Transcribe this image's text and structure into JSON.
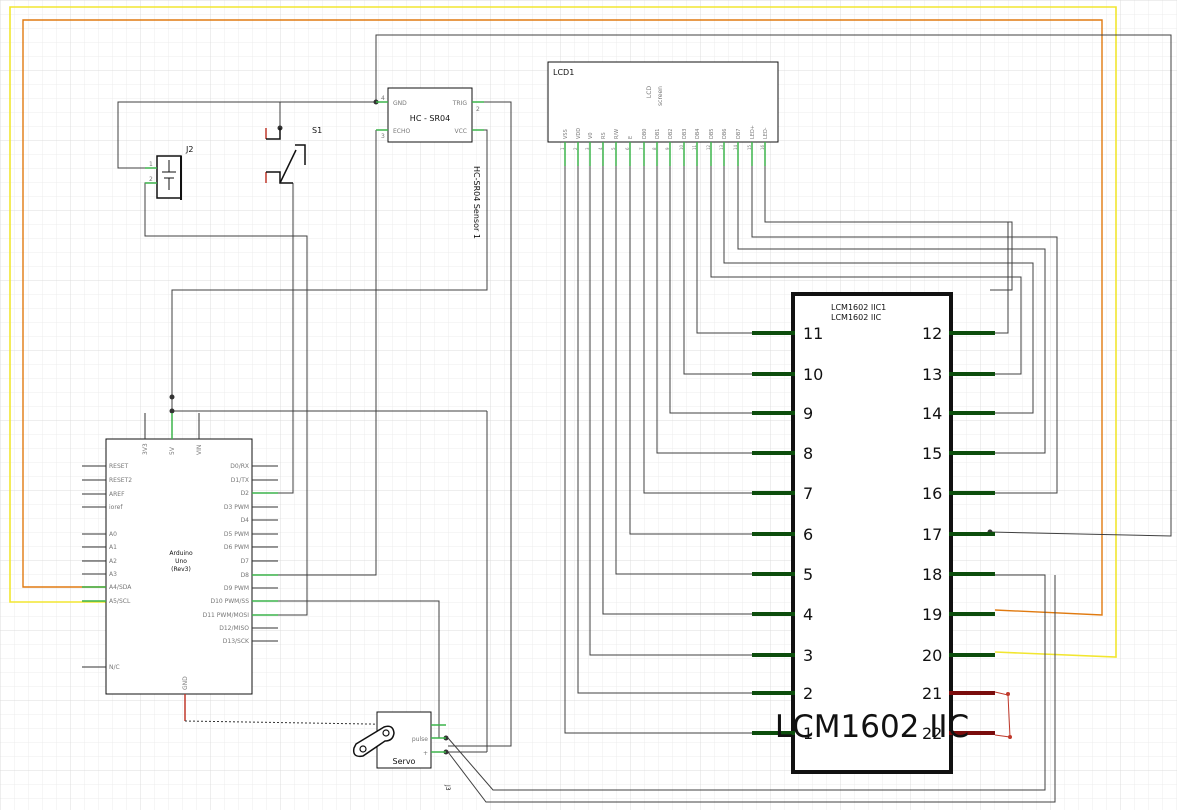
{
  "colors": {
    "grid": "#e4e4e4",
    "wire": "#404040",
    "wire_orange": "#e07a10",
    "wire_yellow": "#f2e630",
    "pin_green": "#3cb44b",
    "pin_dark_green": "#0c4d0c",
    "pin_red": "#c0392b",
    "pin_dark_red": "#7a0c0c"
  },
  "sensor": {
    "title": "HC - SR04",
    "pin_gnd": "GND",
    "pin_trig": "TRIG",
    "pin_echo": "ECHO",
    "pin_vcc": "VCC",
    "num_gnd": "4",
    "num_trig": "2",
    "num_echo": "3",
    "caption": "HC-SR04 Sensor 1"
  },
  "switch": {
    "label": "S1"
  },
  "jack": {
    "label": "J2",
    "pin1": "1",
    "pin2": "2"
  },
  "lcd": {
    "ref": "LCD1",
    "title_line1": "LCD",
    "title_line2": "screen",
    "pins": [
      "VSS",
      "VDD",
      "V0",
      "RS",
      "R/W",
      "E",
      "DB0",
      "DB1",
      "DB2",
      "DB3",
      "DB4",
      "DB5",
      "DB6",
      "DB7",
      "LED+",
      "LED-"
    ]
  },
  "iic": {
    "ref": "LCM1602 IIC1",
    "name": "LCM1602 IIC",
    "big_label": "LCM1602 IIC",
    "left_pins": [
      "11",
      "10",
      "9",
      "8",
      "7",
      "6",
      "5",
      "4",
      "3",
      "2",
      "1"
    ],
    "right_pins": [
      "12",
      "13",
      "14",
      "15",
      "16",
      "17",
      "18",
      "19",
      "20",
      "21",
      "22"
    ]
  },
  "arduino": {
    "title_line1": "Arduino",
    "title_line2": "Uno",
    "title_line3": "(Rev3)",
    "top_pins": [
      "3V3",
      "5V",
      "VIN"
    ],
    "bottom_pin": "GND",
    "left_pins": [
      "RESET",
      "RESET2",
      "AREF",
      "ioref",
      "A0",
      "A1",
      "A2",
      "A3",
      "A4/SDA",
      "A5/SCL",
      "N/C"
    ],
    "right_pins": [
      "D0/RX",
      "D1/TX",
      "D2",
      "D3 PWM",
      "D4",
      "D5 PWM",
      "D6 PWM",
      "D7",
      "D8",
      "D9 PWM",
      "D10 PWM/SS",
      "D11 PWM/MOSI",
      "D12/MISO",
      "D13/SCK"
    ]
  },
  "servo": {
    "label": "Servo",
    "pin_pulse": "pulse",
    "pin_plus": "+",
    "ref": "J3"
  }
}
